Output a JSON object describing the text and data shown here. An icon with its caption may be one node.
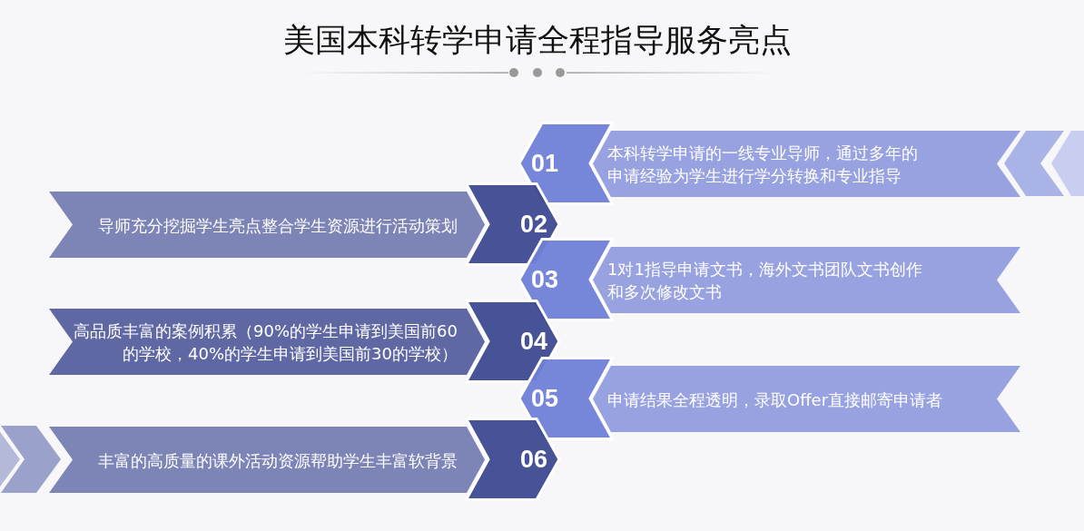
{
  "diagram": {
    "title": "美国本科转学申请全程指导服务亮点",
    "nodes": [
      {
        "text": [
          "01"
        ]
      },
      {
        "text": [
          "本科转学申请的一线专业导师，通过多年的申请经验为学生进行学分转换和专业指导"
        ]
      },
      {
        "text": [
          "02"
        ]
      },
      {
        "text": [
          "导师充分挖掘学生亮点整合学生资源进行活动策划"
        ]
      },
      {
        "text": [
          "03"
        ]
      },
      {
        "text": [
          "1对1指导申请文书，海外文书团队文书创作和多次修改文书"
        ]
      },
      {
        "text": [
          "04"
        ]
      },
      {
        "text": [
          "高品质丰富的案例积累（90%的学生申请到美国前60的学校，40%的学生申请到美国前30的学校）"
        ]
      },
      {
        "text": [
          "05"
        ]
      },
      {
        "text": [
          "申请结果全程透明，录取Offer直接邮寄申请者"
        ]
      },
      {
        "text": [
          "06"
        ]
      },
      {
        "text": [
          "丰富的高质量的课外活动资源帮助学生丰富软背景"
        ]
      }
    ]
  }
}
